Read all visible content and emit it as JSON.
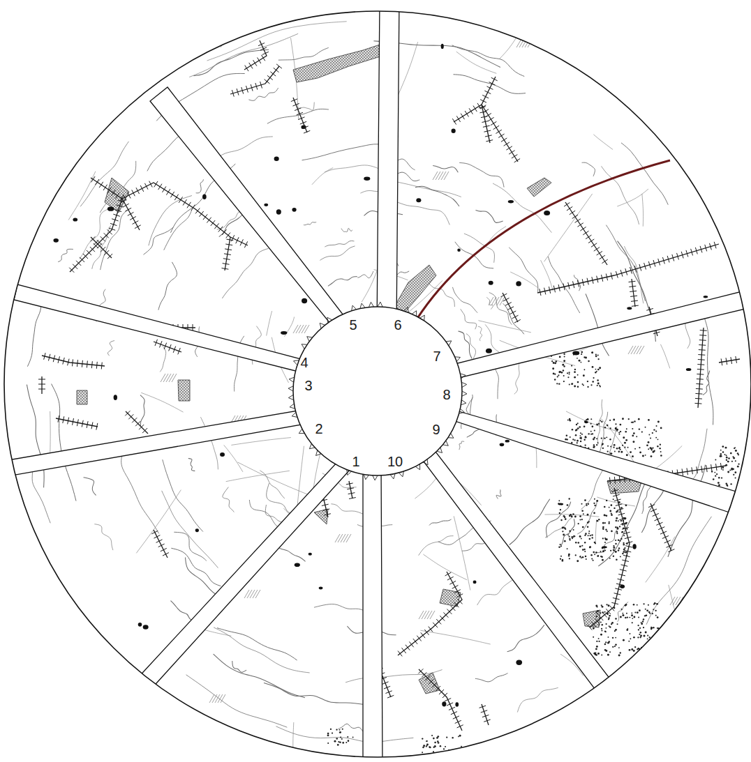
{
  "diagram": {
    "labels": [
      "5",
      "6",
      "4",
      "7",
      "3",
      "8",
      "2",
      "9",
      "1",
      "10"
    ]
  }
}
